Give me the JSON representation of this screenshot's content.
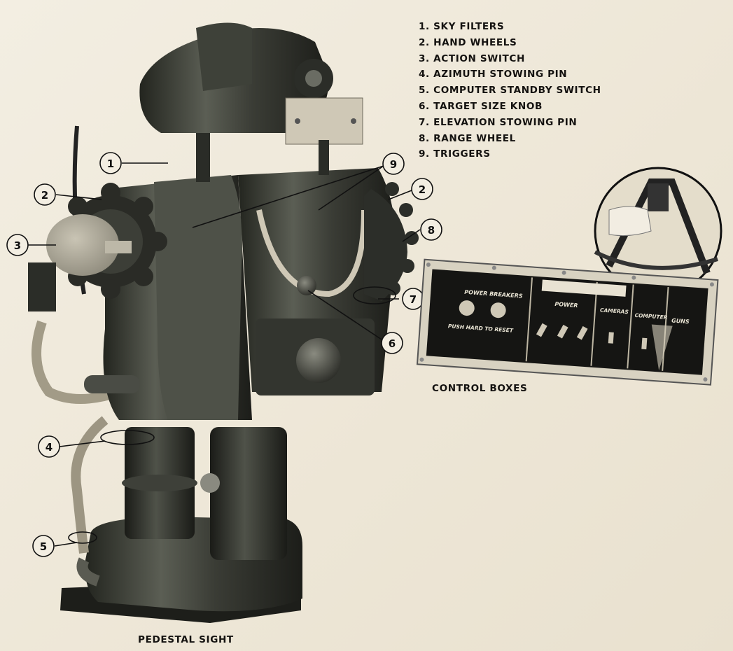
{
  "legend": {
    "items": [
      "1. SKY FILTERS",
      "2. HAND WHEELS",
      "3. ACTION SWITCH",
      "4. AZIMUTH STOWING PIN",
      "5. COMPUTER STANDBY SWITCH",
      "6. TARGET SIZE KNOB",
      "7. ELEVATION STOWING PIN",
      "8. RANGE WHEEL",
      "9. TRIGGERS"
    ]
  },
  "callouts": {
    "c1": "1",
    "c2a": "2",
    "c2b": "2",
    "c3": "3",
    "c4": "4",
    "c5": "5",
    "c6": "6",
    "c7": "7",
    "c8": "8",
    "c9": "9"
  },
  "captions": {
    "control_boxes": "CONTROL BOXES",
    "pedestal_sight": "PEDESTAL SIGHT"
  },
  "panel": {
    "power_breakers": "POWER BREAKERS",
    "push_hard": "PUSH HARD TO RESET",
    "power": "POWER",
    "cameras": "CAMERAS",
    "computer": "COMPUTER",
    "guns": "GUNS"
  },
  "colors": {
    "paper": "#f1ebdd",
    "machine_dark": "#2e312b",
    "machine_mid": "#4a4d44",
    "panel_black": "#151513"
  }
}
